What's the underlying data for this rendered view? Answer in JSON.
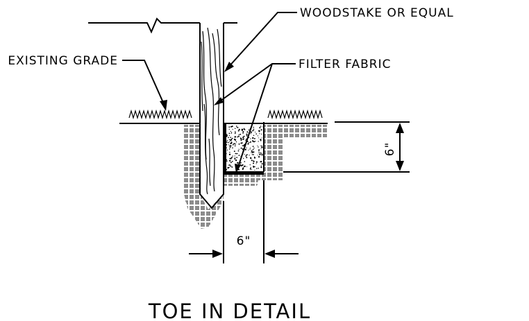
{
  "labels": {
    "woodstake": "WOODSTAKE OR EQUAL",
    "existing_grade": "EXISTING GRADE",
    "filter_fabric": "FILTER FABRIC",
    "dim_vertical": "6\"",
    "dim_horizontal": "6\""
  },
  "title": "TOE IN DETAIL"
}
